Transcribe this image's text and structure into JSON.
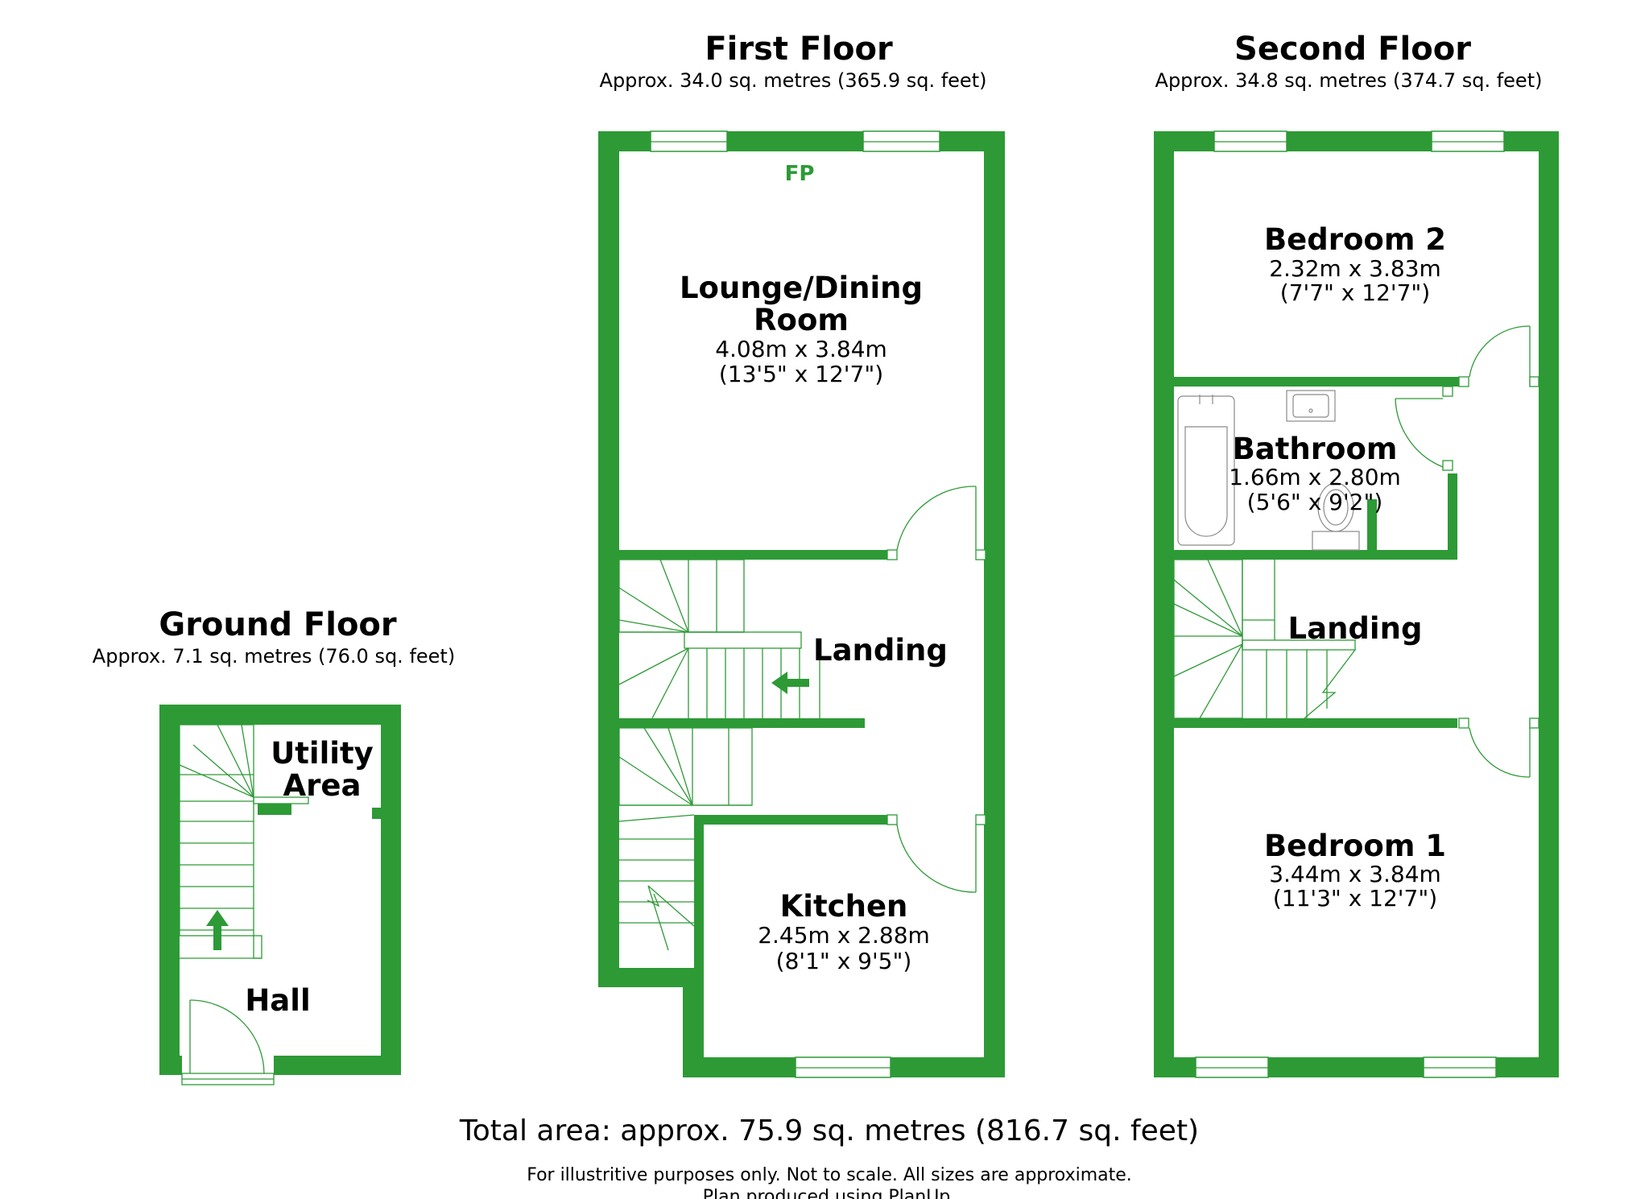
{
  "floors": {
    "ground": {
      "title": "Ground Floor",
      "area": "Approx. 7.1 sq. metres (76.0 sq. feet)",
      "rooms": {
        "utility_line1": "Utility",
        "utility_line2": "Area",
        "hall": "Hall"
      }
    },
    "first": {
      "title": "First Floor",
      "area": "Approx. 34.0 sq. metres (365.9 sq. feet)",
      "fireplace": "FP",
      "lounge": {
        "name_line1": "Lounge/Dining",
        "name_line2": "Room",
        "dim_metric": "4.08m x 3.84m",
        "dim_imperial": "(13'5\" x 12'7\")"
      },
      "landing": "Landing",
      "kitchen": {
        "name": "Kitchen",
        "dim_metric": "2.45m x 2.88m",
        "dim_imperial": "(8'1\" x 9'5\")"
      }
    },
    "second": {
      "title": "Second Floor",
      "area": "Approx. 34.8 sq. metres (374.7 sq. feet)",
      "bedroom2": {
        "name": "Bedroom 2",
        "dim_metric": "2.32m x 3.83m",
        "dim_imperial": "(7'7\" x 12'7\")"
      },
      "bathroom": {
        "name": "Bathroom",
        "dim_metric": "1.66m x 2.80m",
        "dim_imperial": "(5'6\" x 9'2\")"
      },
      "landing": "Landing",
      "bedroom1": {
        "name": "Bedroom 1",
        "dim_metric": "3.44m x 3.84m",
        "dim_imperial": "(11'3\" x 12'7\")"
      }
    }
  },
  "footer": {
    "total": "Total area: approx. 75.9 sq. metres (816.7 sq. feet)",
    "disclaimer": "For illustritive purposes only.  Not to scale.  All sizes are approximate.",
    "credit": "Plan produced using PlanUp."
  },
  "colors": {
    "wall": "#2d9a36",
    "fixture": "#8a8a8a",
    "background": "#ffffff"
  }
}
